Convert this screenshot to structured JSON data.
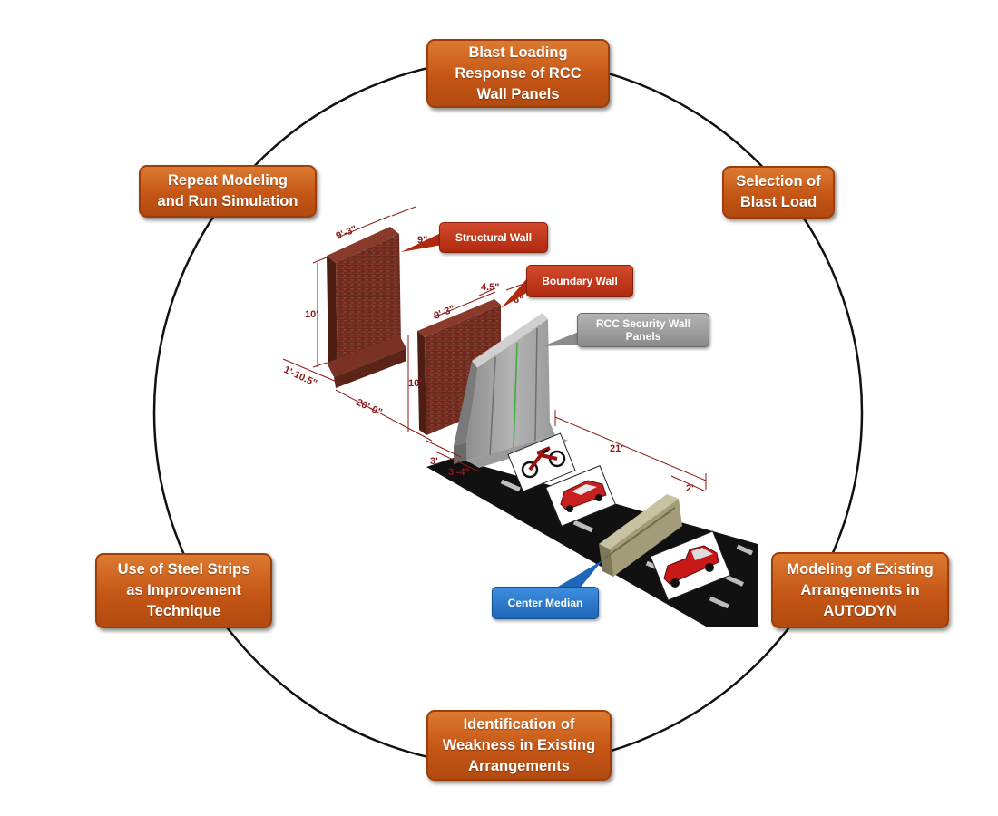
{
  "stages": [
    {
      "id": "blast-loading",
      "label": "Blast Loading\nResponse of RCC\nWall Panels"
    },
    {
      "id": "selection-blast-load",
      "label": "Selection of\nBlast Load"
    },
    {
      "id": "modeling-existing",
      "label": "Modeling of Existing\nArrangements in\nAUTODYN"
    },
    {
      "id": "identification-weakness",
      "label": "Identification of\nWeakness in Existing\nArrangements"
    },
    {
      "id": "steel-strips",
      "label": "Use of Steel Strips\nas Improvement\nTechnique"
    },
    {
      "id": "repeat-modeling",
      "label": "Repeat Modeling\nand Run Simulation"
    }
  ],
  "callouts": {
    "structural_wall": "Structural Wall",
    "boundary_wall": "Boundary Wall",
    "rcc_security_wall": "RCC Security Wall\nPanels",
    "center_median": "Center Median"
  },
  "dimensions": {
    "sw_width": "9'-3\"",
    "sw_thick": "9\"",
    "sw_height": "10'",
    "sw_base": "1'-10.5\"",
    "gap_1": "20'-0\"",
    "bw_top": "4.5\"",
    "bw_width": "9'-3\"",
    "bw_thick": "6\"",
    "bw_height": "10'",
    "gap_2": "3'",
    "gap_3": "3'-4\"",
    "road_length": "21'",
    "median_width": "2'"
  },
  "colors": {
    "stage_orange": "#c55616",
    "callout_red": "#b02a10",
    "callout_gray": "#8a8a8a",
    "callout_blue": "#1f66b8",
    "brick": "#6a2a1e",
    "dimension_line": "#8b1a1a"
  }
}
